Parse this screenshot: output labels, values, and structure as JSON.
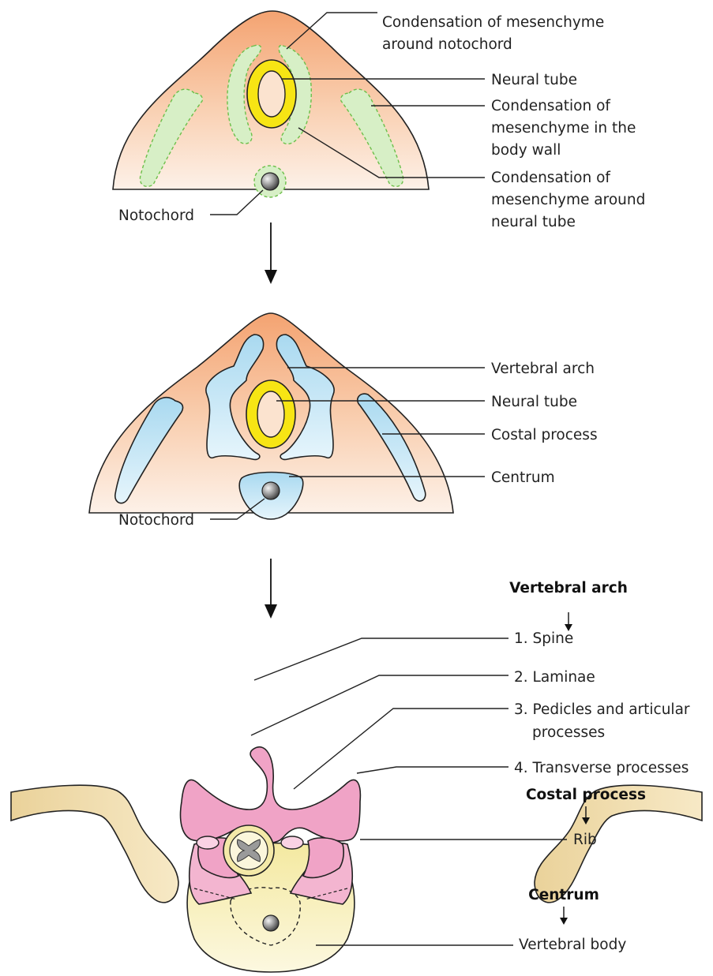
{
  "panel1": {
    "labels": {
      "mesenchyme_notochord_l1": "Condensation of mesenchyme",
      "mesenchyme_notochord_l2": "around notochord",
      "neural_tube": "Neural tube",
      "body_wall_l1": "Condensation of",
      "body_wall_l2": "mesenchyme in the",
      "body_wall_l3": "body wall",
      "around_tube_l1": "Condensation of",
      "around_tube_l2": "mesenchyme around",
      "around_tube_l3": "neural tube",
      "notochord": "Notochord"
    }
  },
  "panel2": {
    "labels": {
      "vertebral_arch": "Vertebral arch",
      "neural_tube": "Neural tube",
      "costal_process": "Costal process",
      "centrum": "Centrum",
      "notochord": "Notochord"
    }
  },
  "panel3": {
    "headers": {
      "vertebral_arch": "Vertebral arch",
      "costal_process": "Costal process",
      "centrum": "Centrum"
    },
    "labels": {
      "spine": "1. Spine",
      "laminae": "2. Laminae",
      "pedicles_l1": "3. Pedicles and articular",
      "pedicles_l2": "processes",
      "transverse": "4. Transverse processes",
      "rib": "Rib",
      "vertebral_body": "Vertebral body"
    }
  },
  "colors": {
    "body": "#f6b78c",
    "mesenchyme": "#d7efc6",
    "neural_tube": "#f7e514",
    "cartilage": "#bfe3f4",
    "vertebra_pink": "#f0a3c6",
    "vertebral_body": "#f8f0b8",
    "rib": "#f1deaa"
  }
}
